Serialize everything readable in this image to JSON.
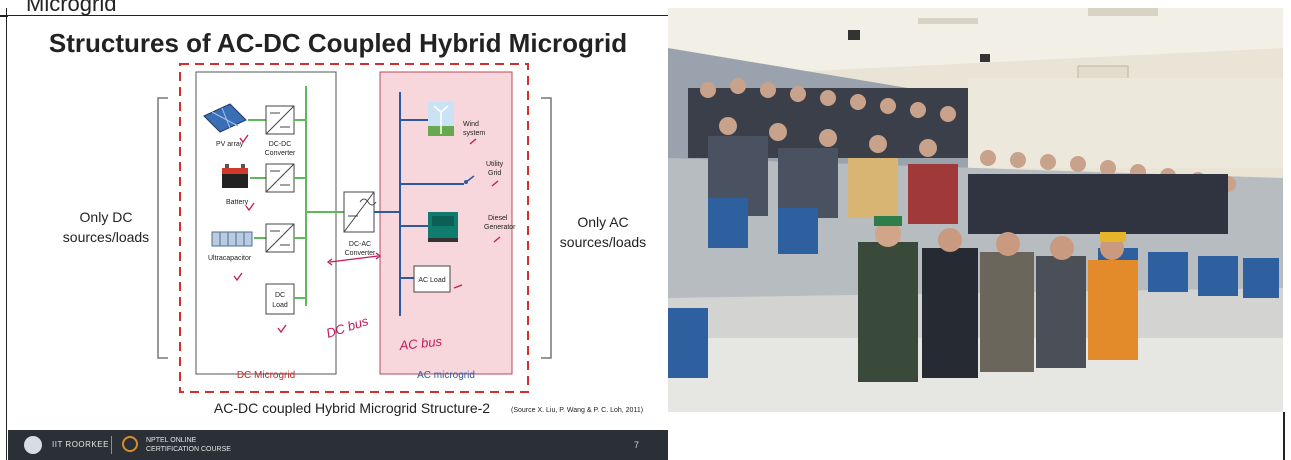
{
  "header": {
    "cutoff_text": "Microgrid"
  },
  "slide": {
    "title": "Structures of AC-DC Coupled Hybrid Microgrid",
    "left_note": [
      "Only DC",
      "sources/loads"
    ],
    "right_note": [
      "Only AC",
      "sources/loads"
    ],
    "dc_components": {
      "pv_label": "PV array",
      "dcdc_label": [
        "DC-DC",
        "Converter"
      ],
      "battery_label": "Battery",
      "ultracap_label": "Ultracapacitor",
      "dc_load_label": [
        "DC",
        "Load"
      ]
    },
    "converter_label": [
      "DC-AC",
      "Converter"
    ],
    "ac_components": {
      "wind_label": [
        "Wind",
        "system"
      ],
      "utility_label": [
        "Utility",
        "Grid"
      ],
      "diesel_label": [
        "Diesel",
        "Generator"
      ],
      "ac_load_label": "AC Load"
    },
    "dc_microgrid_label": "DC Microgrid",
    "ac_microgrid_label": "AC microgrid",
    "caption": "AC-DC coupled Hybrid Microgrid Structure-2",
    "source": "(Source X. Liu, P. Wang & P. C. Loh, 2011)",
    "handwriting": {
      "dc_bus": "DC bus",
      "ac_bus": "AC bus"
    }
  },
  "footer": {
    "org": "IIT ROORKEE",
    "course": [
      "NPTEL ONLINE",
      "CERTIFICATION COURSE"
    ],
    "page": "7"
  },
  "colors": {
    "dashed_red": "#d32f2f",
    "ac_fill": "#f8d7dc",
    "bus_green": "#5fb85a",
    "bus_blue": "#2c5aa0",
    "handwriting": "#c2185b"
  }
}
